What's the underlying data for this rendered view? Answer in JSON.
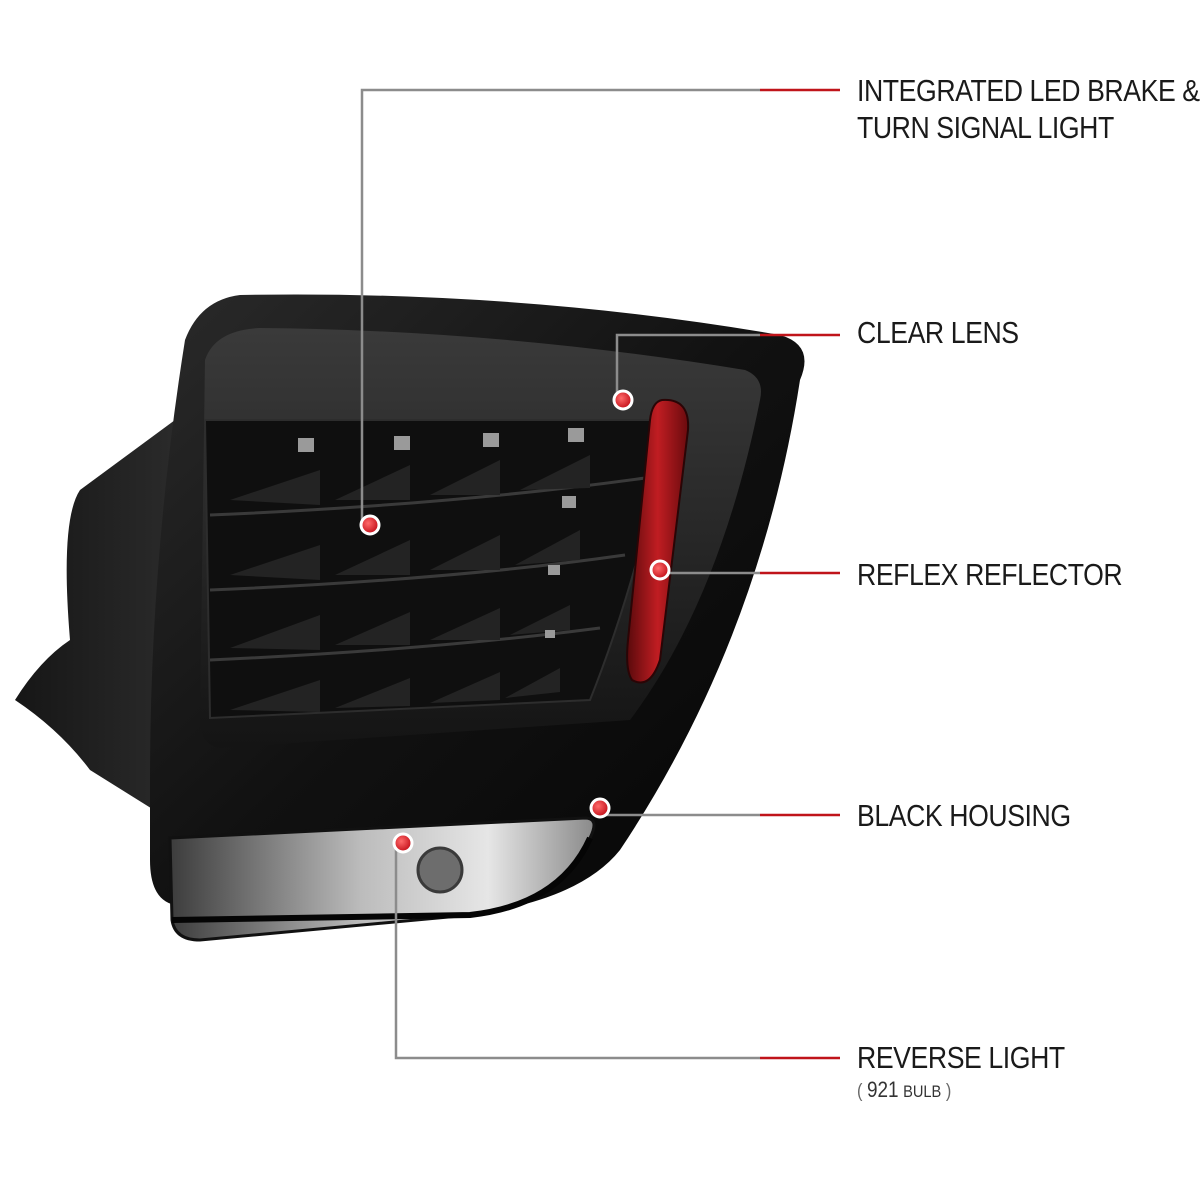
{
  "colors": {
    "leader_gray": "#8c8c8c",
    "leader_red": "#c0141a",
    "dot_red": "#d4131b",
    "housing_black": "#0c0c0c"
  },
  "callouts": [
    {
      "id": "led",
      "lines": [
        "INTEGRATED LED BRAKE &",
        "TURN SIGNAL LIGHT"
      ]
    },
    {
      "id": "lens",
      "lines": [
        "CLEAR LENS"
      ]
    },
    {
      "id": "reflector",
      "lines": [
        "REFLEX REFLECTOR"
      ]
    },
    {
      "id": "housing",
      "lines": [
        "BLACK HOUSING"
      ]
    },
    {
      "id": "reverse",
      "lines": [
        "REVERSE LIGHT"
      ],
      "note": {
        "open": "(",
        "number": "921",
        "word": "BULB",
        "close": ")"
      }
    }
  ]
}
